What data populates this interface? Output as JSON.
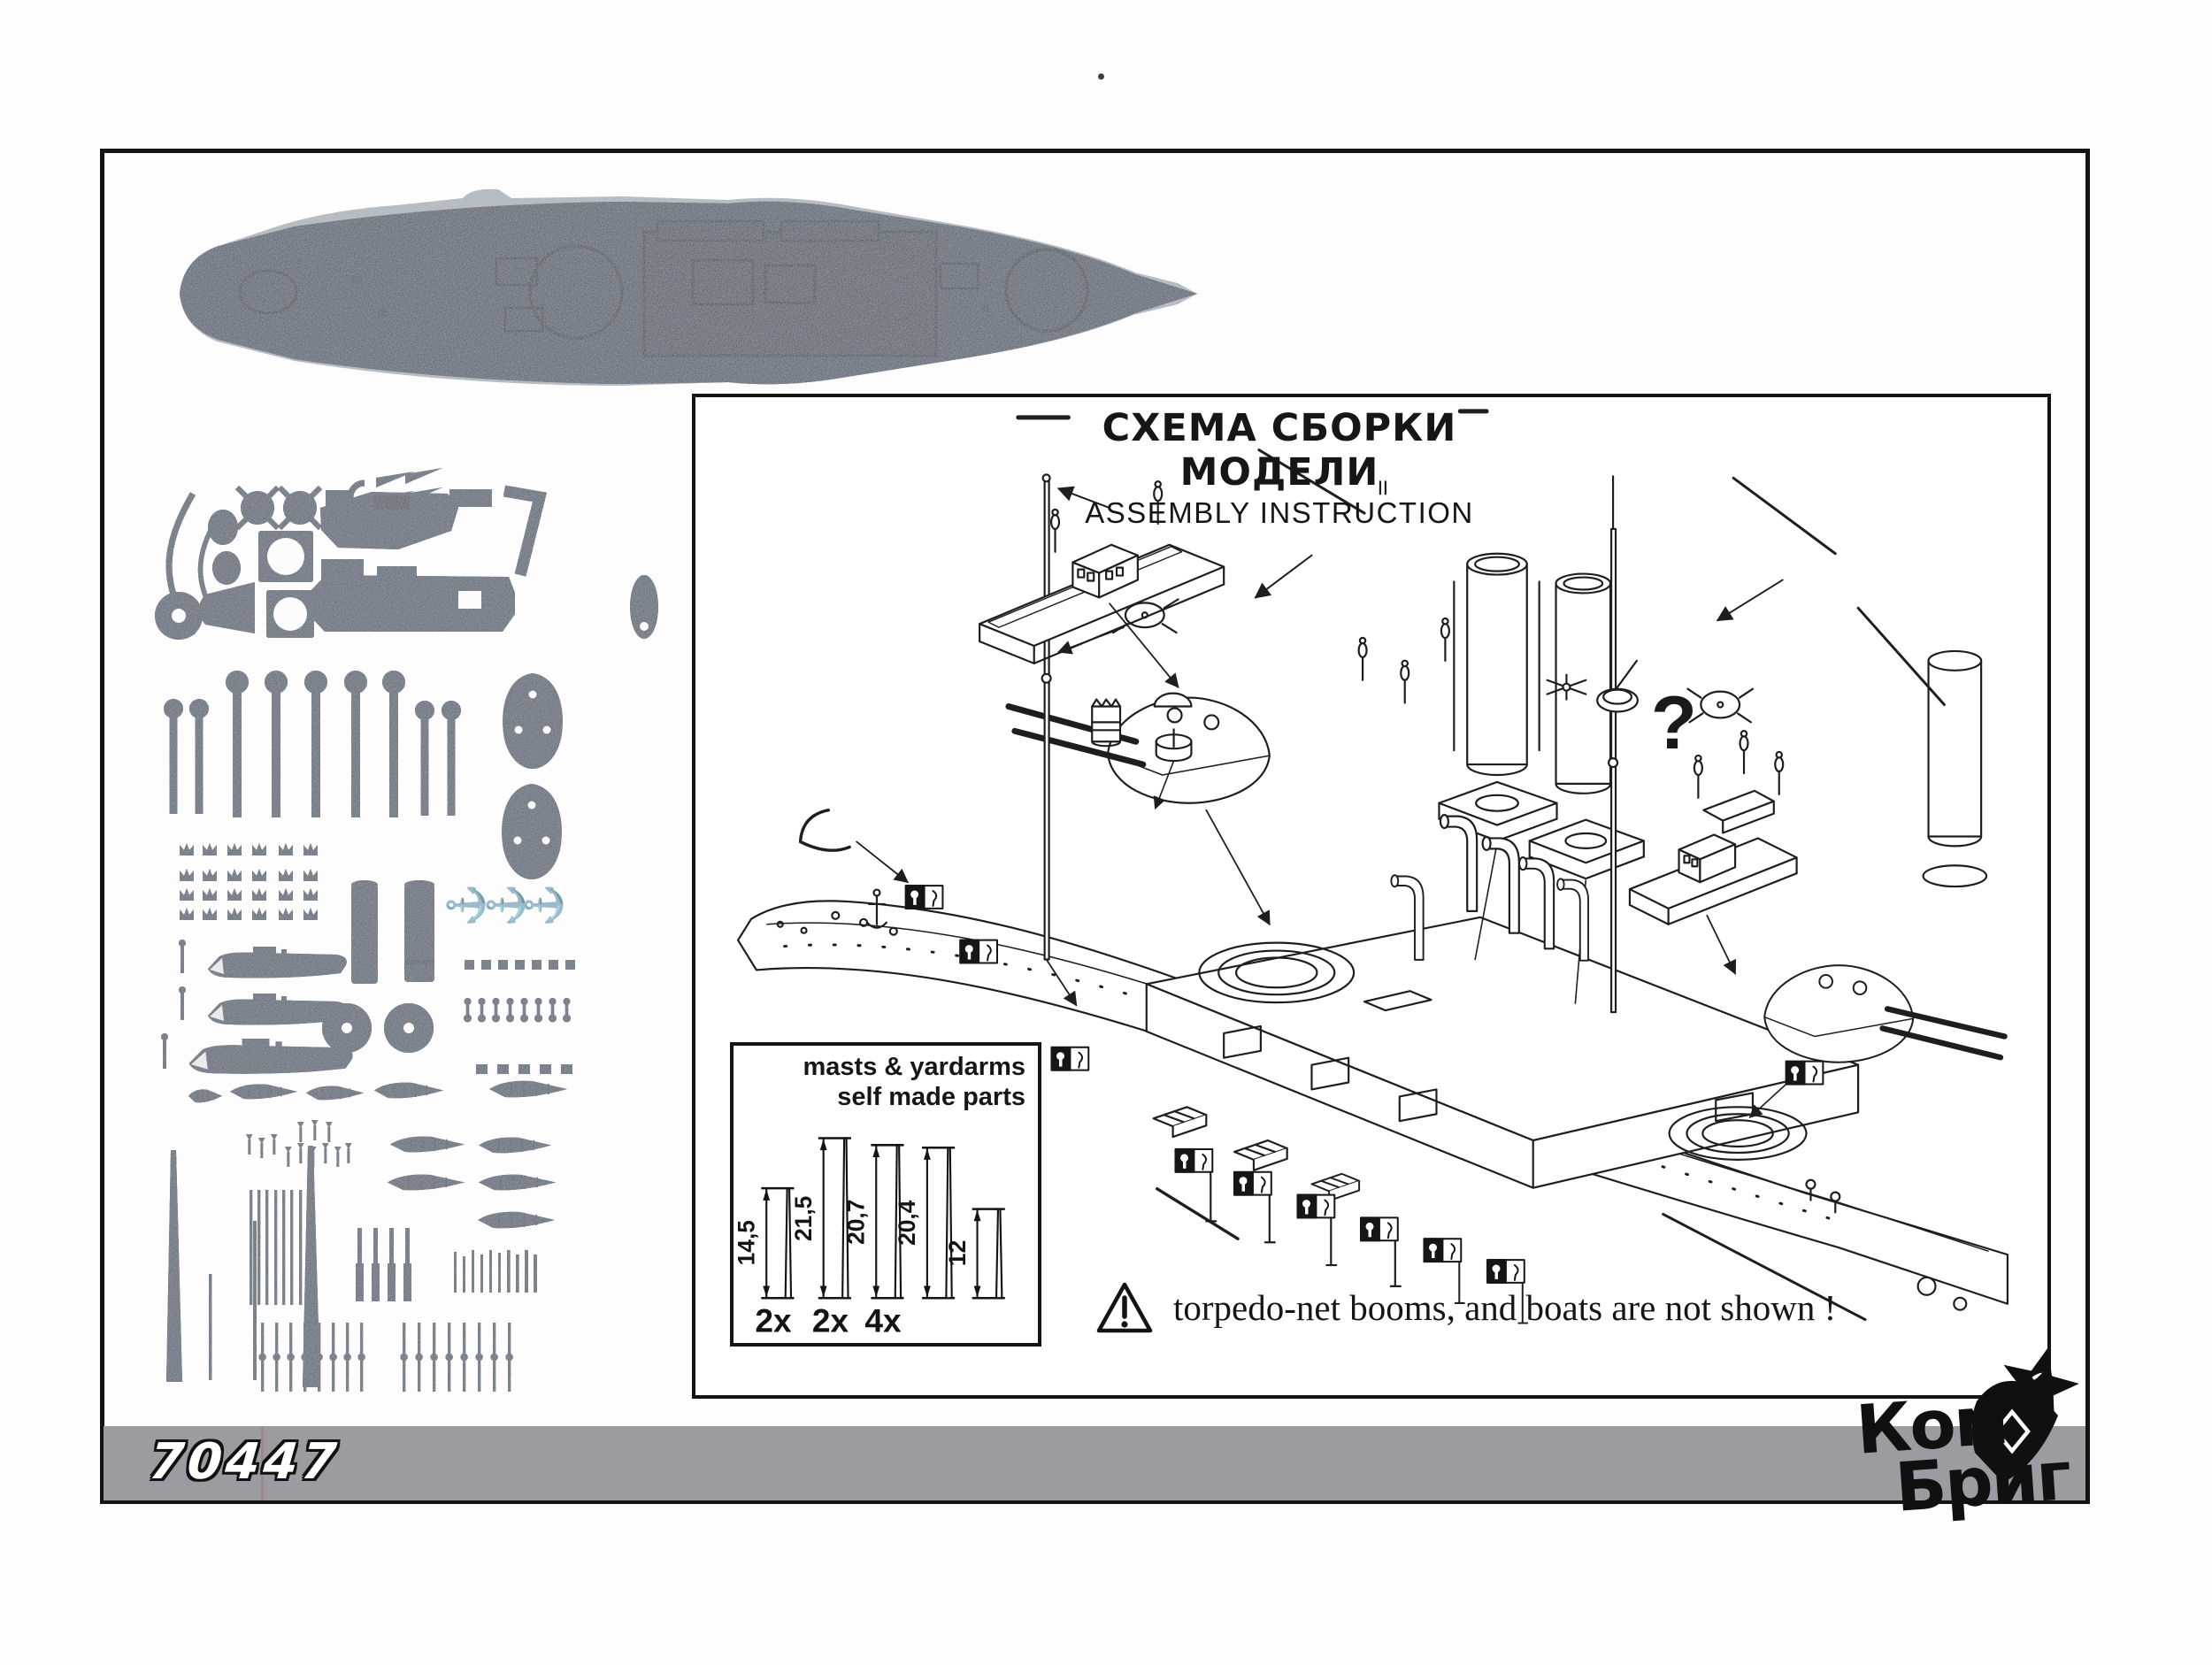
{
  "product_number": "70447",
  "assembly": {
    "title_ru": "СХЕМА СБОРКИ МОДЕЛИ",
    "title_en": "ASSEMBLY INSTRUCTION",
    "question_mark": "?"
  },
  "inset": {
    "title_line1": "masts & yardarms",
    "title_line2": "self made parts",
    "masts": [
      {
        "length": "14,5",
        "qty": "2x"
      },
      {
        "length": "21,5",
        "qty": "2x"
      },
      {
        "length": "20,7",
        "qty": "4x"
      },
      {
        "length": "20,4"
      },
      {
        "length": "12"
      }
    ]
  },
  "warning": {
    "text": "torpedo-net booms, and boats are not shown !"
  },
  "logo": {
    "word1": "Ком",
    "word2": "Бриг"
  },
  "colors": {
    "resin_gray": "#4e5968",
    "bar_gray": "#9b9ba1",
    "ink": "#1e1e1e"
  }
}
